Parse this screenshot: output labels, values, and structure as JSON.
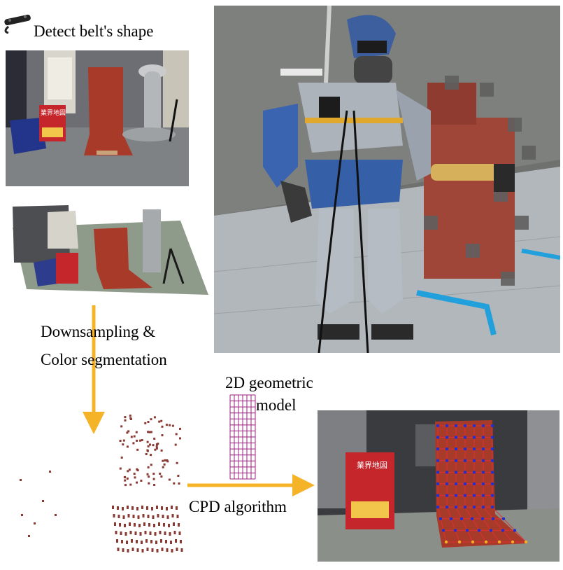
{
  "labels": {
    "detect": "Detect belt's shape",
    "downsampling": "Downsampling &",
    "color_seg": "Color segmentation",
    "geo_model_line1": "2D geometric",
    "geo_model_line2": "model",
    "cpd": "CPD algorithm"
  },
  "photos": {
    "belt_photo": "photo of red belt on floor in lab",
    "point_cloud": "colored 3D point cloud of scene",
    "robot_photo": "humanoid robot standing next to a chair with red belt",
    "fit_result": "point cloud with fitted grid model on belt"
  },
  "magazine_text": {
    "title": "業界地図"
  },
  "colors": {
    "arrow": "#f5b428",
    "belt": "#a83a2a",
    "model_grid": "#9b1f7e",
    "cpd_point": "#2030d0",
    "cpd_edge": "#e03030"
  }
}
